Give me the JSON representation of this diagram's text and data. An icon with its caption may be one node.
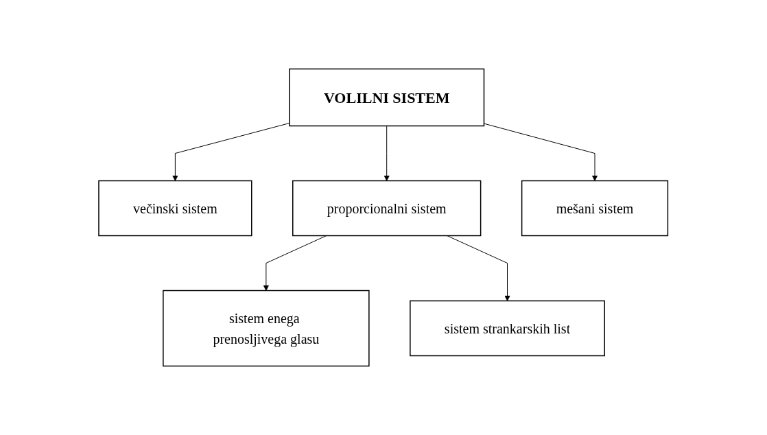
{
  "diagram": {
    "nodes": [
      {
        "text": [
          "VOLILNI SISTEM"
        ]
      },
      {
        "text": [
          "večinski sistem"
        ]
      },
      {
        "text": [
          "proporcionalni sistem"
        ]
      },
      {
        "text": [
          "mešani sistem"
        ]
      },
      {
        "text": [
          "sistem enega prenosljivega glasu"
        ]
      },
      {
        "text": [
          "sistem strankarskih list"
        ]
      }
    ],
    "edges": [
      {
        "from": 0,
        "to": 1,
        "arrow": "to"
      },
      {
        "from": 0,
        "to": 2,
        "arrow": "to"
      },
      {
        "from": 0,
        "to": 3,
        "arrow": "to"
      },
      {
        "from": 2,
        "to": 4,
        "arrow": "to"
      },
      {
        "from": 2,
        "to": 5,
        "arrow": "to"
      }
    ]
  }
}
